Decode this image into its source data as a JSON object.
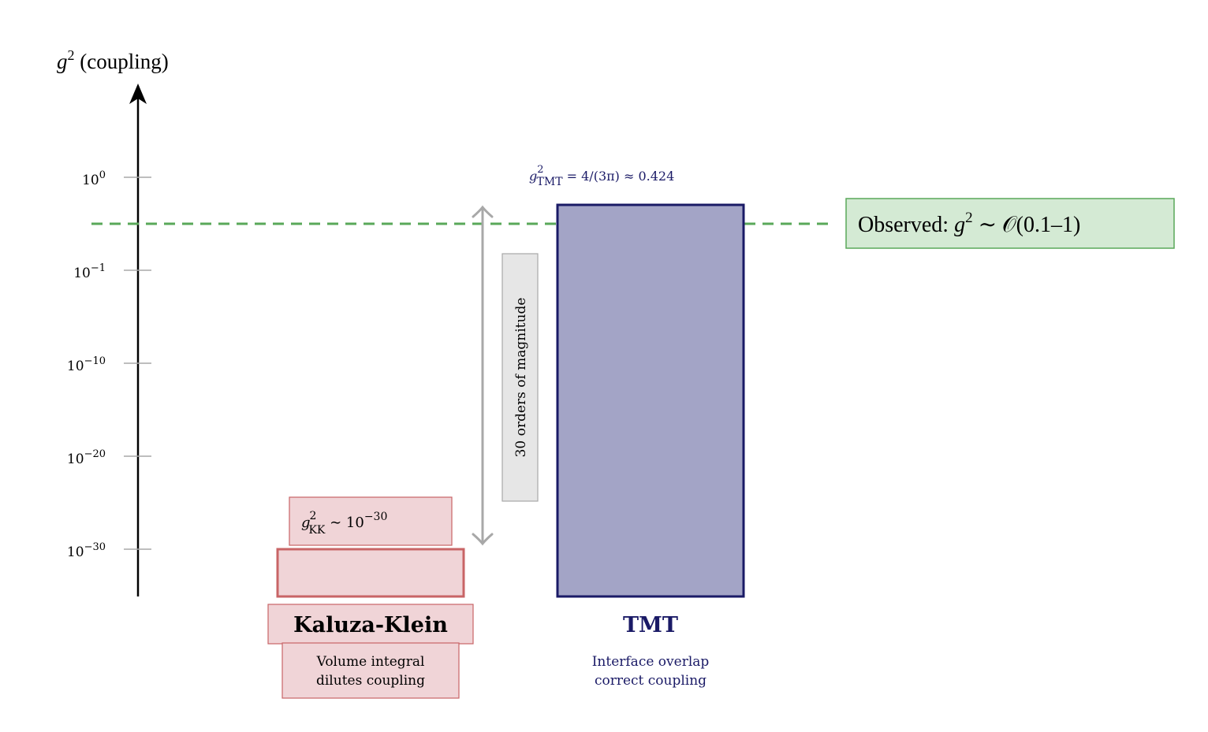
{
  "chart_data": {
    "type": "bar",
    "ylabel": "g² (coupling)",
    "yscale": "log (segmented)",
    "y_ticks": [
      {
        "value": 1,
        "label": "10",
        "exp": "0"
      },
      {
        "value": 0.1,
        "label": "10",
        "exp": "−1"
      },
      {
        "value": 1e-10,
        "label": "10",
        "exp": "−10"
      },
      {
        "value": 1e-20,
        "label": "10",
        "exp": "−20"
      },
      {
        "value": 1e-30,
        "label": "10",
        "exp": "−30"
      }
    ],
    "categories": [
      "Kaluza-Klein",
      "TMT"
    ],
    "bars": [
      {
        "category": "Kaluza-Klein",
        "value": 1e-30,
        "value_label": {
          "base": "g",
          "sup": "2",
          "sub": "KK",
          "rest": " ∼ 10",
          "rest_sup": "−30"
        },
        "caption": [
          "Volume integral",
          "dilutes coupling"
        ],
        "fill": "#f0d4d7",
        "stroke": "#c86466"
      },
      {
        "category": "TMT",
        "value": 0.424,
        "value_label": {
          "base": "g",
          "sup": "2",
          "sub": "TMT",
          "rest": " = 4/(3π) ≈ 0.424"
        },
        "caption": [
          "Interface overlap",
          "correct coupling"
        ],
        "fill": "#a3a4c6",
        "stroke": "#1a1a66"
      }
    ],
    "reference_line": {
      "value": 0.3,
      "label_prefix": "Observed: ",
      "label_math": "g",
      "label_sup": "2",
      "label_rest": " ∼ 𝒪(0.1–1)",
      "color": "#5aa85a",
      "box_fill": "#d4ead4"
    },
    "annotation": {
      "text": "30 orders of magnitude",
      "from": 1e-30,
      "to": 0.424
    }
  }
}
